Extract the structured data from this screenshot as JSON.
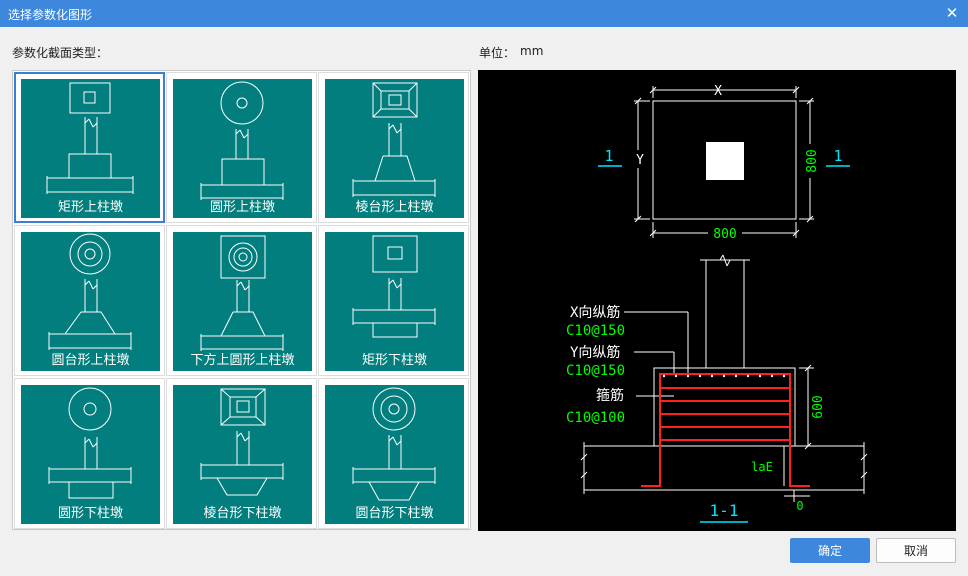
{
  "window": {
    "title": "选择参数化图形"
  },
  "left_label": "参数化截面类型：",
  "unit": {
    "label": "单位：",
    "value": "mm"
  },
  "shapes": [
    {
      "label": "矩形上柱墩",
      "selected": true
    },
    {
      "label": "圆形上柱墩"
    },
    {
      "label": "棱台形上柱墩"
    },
    {
      "label": "圆台形上柱墩"
    },
    {
      "label": "下方上圆形上柱墩"
    },
    {
      "label": "矩形下柱墩"
    },
    {
      "label": "圆形下柱墩"
    },
    {
      "label": "棱台形下柱墩"
    },
    {
      "label": "圆台形下柱墩"
    }
  ],
  "preview": {
    "dim_x": "X",
    "dim_y": "Y",
    "dim_bottom": "800",
    "dim_right": "800",
    "section_mark": "1",
    "x_rebar_label": "X向纵筋",
    "x_rebar_value": "C10@150",
    "y_rebar_label": "Y向纵筋",
    "y_rebar_value": "C10@150",
    "stirrup_label": "箍筋",
    "stirrup_value": "C10@100",
    "dim_height": "600",
    "lae": "laE",
    "zero": "0",
    "section_title": "1-1"
  },
  "buttons": {
    "ok": "确定",
    "cancel": "取消"
  },
  "colors": {
    "accent": "#3d88dd",
    "tile": "#017e7d",
    "cyan": "#00e5ff",
    "green": "#00ff00",
    "red": "#ff2020"
  }
}
